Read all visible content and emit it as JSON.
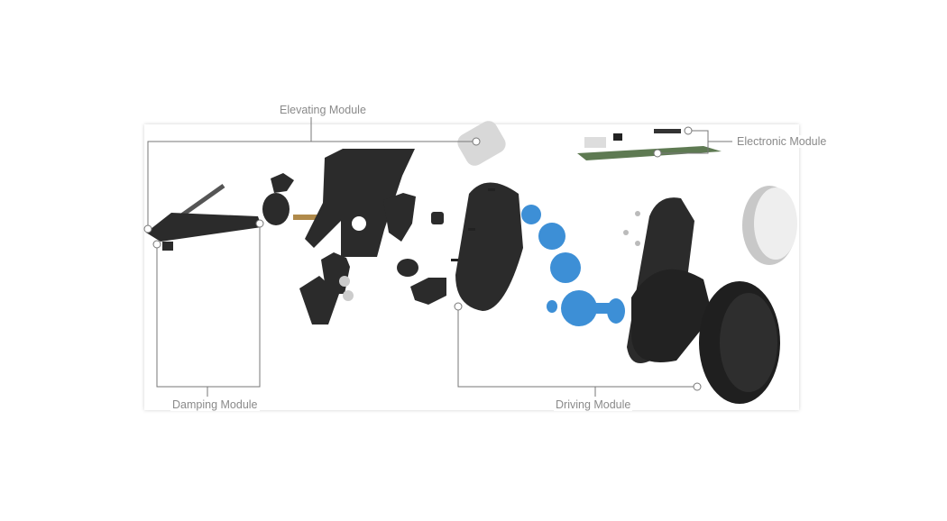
{
  "labels": {
    "elevating": "Elevating Module",
    "electronic": "Electronic Module",
    "damping": "Damping Module",
    "driving": "Driving Module"
  },
  "colors": {
    "parts": "#2a2a2a",
    "gears": "#3d8fd6",
    "leader_lines": "#777777",
    "label_text": "#8a8a8a"
  }
}
